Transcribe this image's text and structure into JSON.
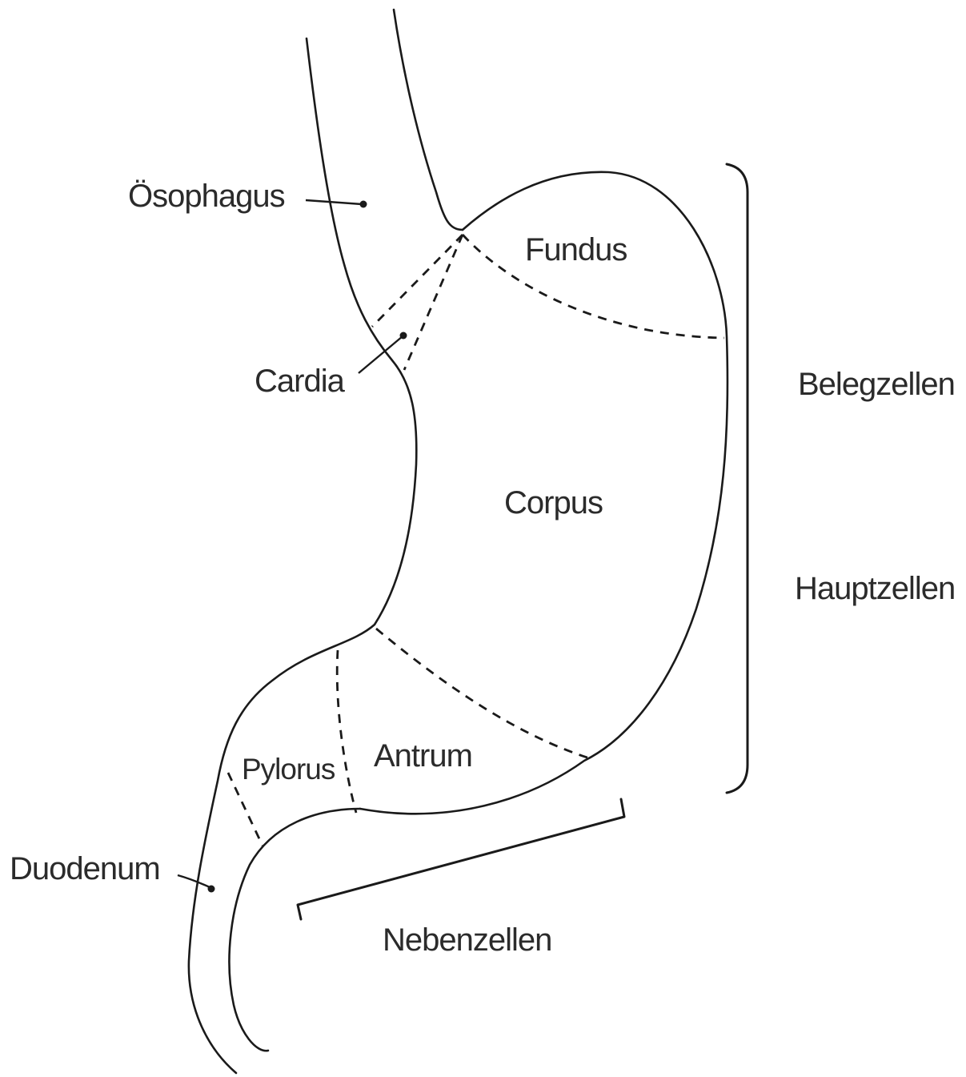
{
  "labels": {
    "oesophagus": "Ösophagus",
    "fundus": "Fundus",
    "cardia": "Cardia",
    "corpus": "Corpus",
    "antrum": "Antrum",
    "pylorus": "Pylorus",
    "duodenum": "Duodenum",
    "belegzellen": "Belegzellen",
    "hauptzellen": "Hauptzellen",
    "nebenzellen": "Nebenzellen"
  }
}
